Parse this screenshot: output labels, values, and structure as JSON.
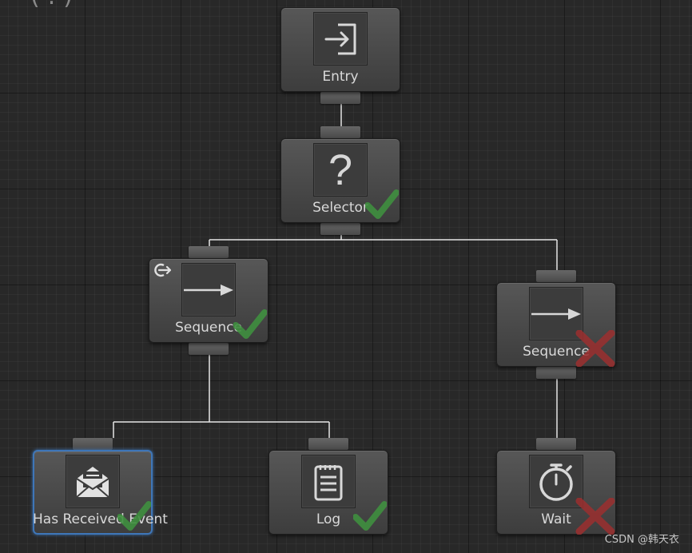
{
  "top_glyph": "(.)",
  "nodes": {
    "entry": {
      "label": "Entry",
      "icon": "entry-icon"
    },
    "selector": {
      "label": "Selector",
      "icon": "question-icon",
      "status": "success"
    },
    "sequence_left": {
      "label": "Sequence",
      "icon": "arrow-right-icon",
      "status": "success",
      "abort_icon": "conditional-abort-icon"
    },
    "sequence_right": {
      "label": "Sequence",
      "icon": "arrow-right-icon",
      "status": "failure"
    },
    "has_received_event": {
      "label": "Has Received Event",
      "icon": "envelope-icon",
      "status": "success",
      "selected": true
    },
    "log": {
      "label": "Log",
      "icon": "clipboard-icon",
      "status": "success"
    },
    "wait": {
      "label": "Wait",
      "icon": "stopwatch-icon",
      "status": "failure"
    }
  },
  "watermark": "CSDN @韩天衣",
  "colors": {
    "background": "#282828",
    "node": "#4a4a4a",
    "selection": "#3e76b8",
    "success": "#3f8f3f",
    "failure": "#9c2f2f",
    "wire": "#e6e6e6"
  }
}
